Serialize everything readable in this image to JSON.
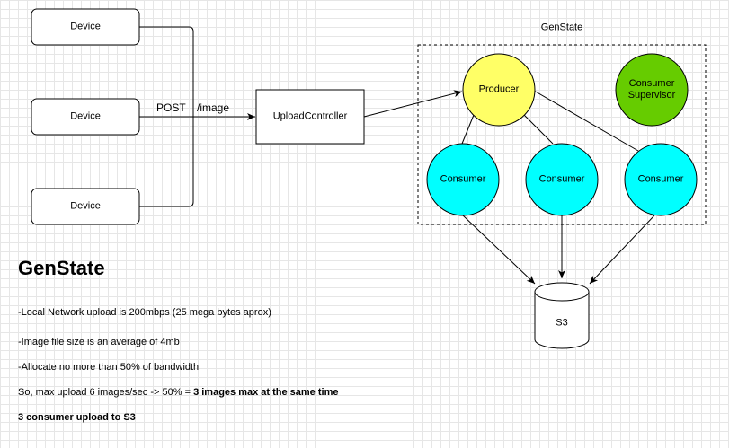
{
  "diagram": {
    "devices": [
      "Device",
      "Device",
      "Device"
    ],
    "edge_post": "POST",
    "edge_image": "/image",
    "upload_controller": "UploadController",
    "group_label": "GenState",
    "producer": "Producer",
    "consumer_supervisor": "Consumer Supervisor",
    "consumers": [
      "Consumer",
      "Consumer",
      "Consumer"
    ],
    "s3": "S3",
    "colors": {
      "producer": "#ffff66",
      "supervisor": "#66cc00",
      "consumer": "#00ffff"
    }
  },
  "notes": {
    "heading": "GenState",
    "line1": "-Local Network upload is 200mbps (25 mega bytes aprox)",
    "line2": "-Image file size is an average of 4mb",
    "line3": "-Allocate no more than 50% of bandwidth",
    "line4_prefix": "So, max upload 6 images/sec -> 50% = ",
    "line4_bold": "3 images max at the same time",
    "line5": "3 consumer upload to S3"
  }
}
